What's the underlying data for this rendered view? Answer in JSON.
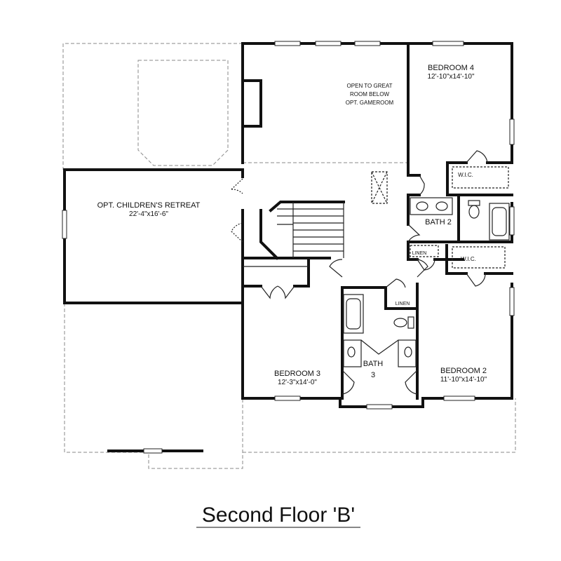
{
  "plan_title": "Second Floor 'B'",
  "rooms": {
    "bedroom4": {
      "name": "BEDROOM 4",
      "dims": "12'-10\"x14'-10\""
    },
    "open_to_great": {
      "line1": "OPEN TO GREAT",
      "line2": "ROOM BELOW",
      "line3": "OPT. GAMEROOM"
    },
    "childrens_retreat": {
      "name": "OPT. CHILDREN'S RETREAT",
      "dims": "22'-4\"x16'-6\""
    },
    "bedroom3": {
      "name": "BEDROOM 3",
      "dims": "12'-3\"x14'-0\""
    },
    "bedroom2": {
      "name": "BEDROOM 2",
      "dims": "11'-10\"x14'-10\""
    },
    "bath2": {
      "name": "BATH 2"
    },
    "bath3": {
      "name": "BATH",
      "number": "3"
    },
    "wic_upper": {
      "name": "W.I.C."
    },
    "wic_lower": {
      "name": "W.I.C."
    },
    "linen_upper": {
      "name": "LINEN"
    },
    "linen_lower": {
      "name": "LINEN"
    }
  }
}
